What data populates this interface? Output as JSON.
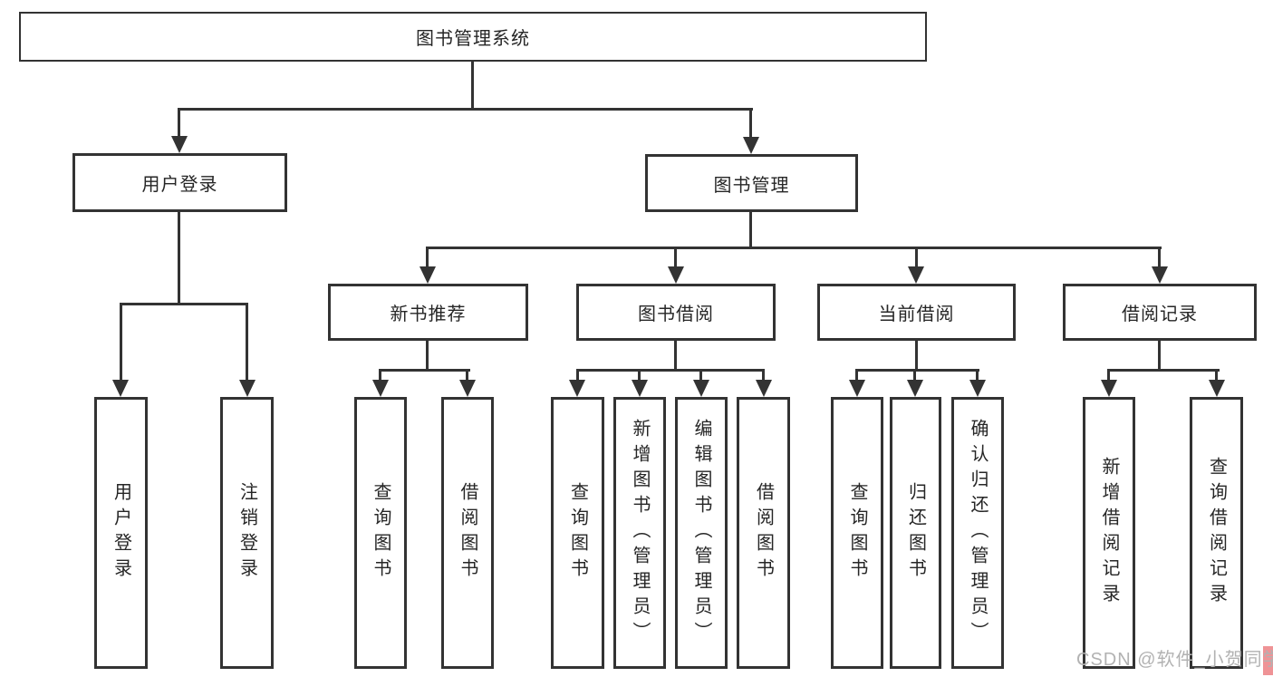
{
  "tree": {
    "label": "图书管理系统",
    "children": [
      {
        "label": "用户登录",
        "children": [
          {
            "label": "用户登录"
          },
          {
            "label": "注销登录"
          }
        ]
      },
      {
        "label": "图书管理",
        "children": [
          {
            "label": "新书推荐",
            "children": [
              {
                "label": "查询图书"
              },
              {
                "label": "借阅图书"
              }
            ]
          },
          {
            "label": "图书借阅",
            "children": [
              {
                "label": "查询图书"
              },
              {
                "label": "新增图书（管理员）"
              },
              {
                "label": "编辑图书（管理员）"
              },
              {
                "label": "借阅图书"
              }
            ]
          },
          {
            "label": "当前借阅",
            "children": [
              {
                "label": "查询图书"
              },
              {
                "label": "归还图书"
              },
              {
                "label": "确认归还（管理员）"
              }
            ]
          },
          {
            "label": "借阅记录",
            "children": [
              {
                "label": "新增借阅记录"
              },
              {
                "label": "查询借阅记录"
              }
            ]
          }
        ]
      }
    ]
  },
  "watermark": {
    "text": "CSDN @软件_小贺同学",
    "prefix": "CSDN @软件_小贺同",
    "highlight": "学"
  },
  "colors": {
    "line": "#333333",
    "box_border": "#333333",
    "text": "#262626",
    "background": "#ffffff",
    "watermark_text": "#b2b2b2",
    "watermark_highlight": "#ef9396"
  }
}
